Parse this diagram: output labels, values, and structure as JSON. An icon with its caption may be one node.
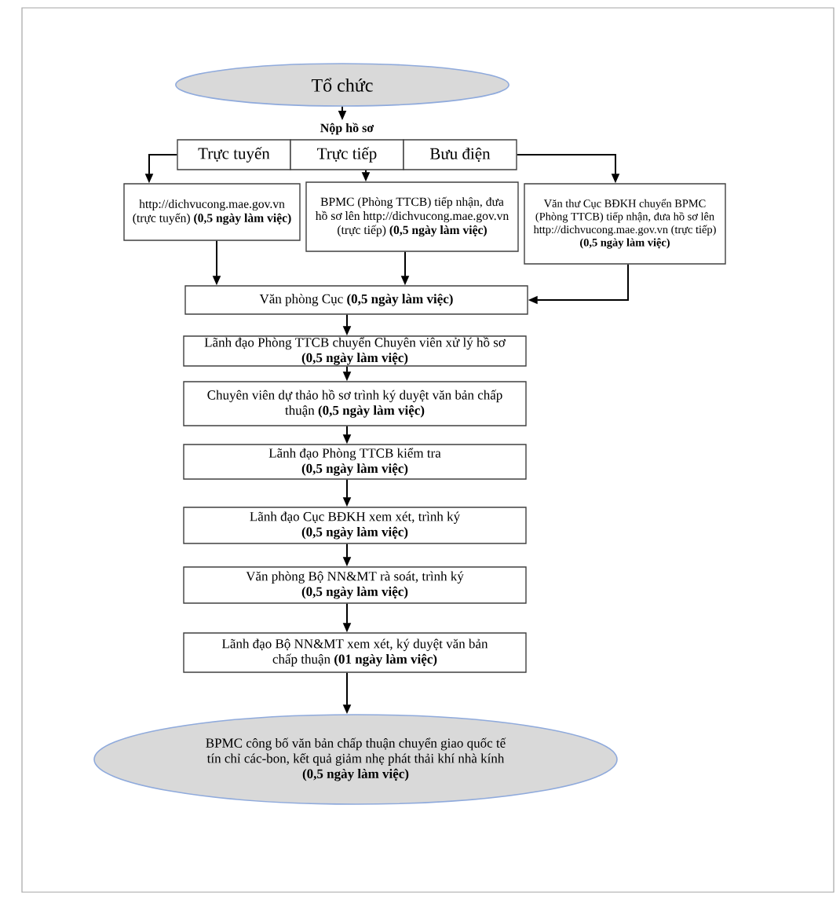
{
  "diagram": {
    "nodes": [
      {
        "text": [
          "Tổ chức"
        ]
      },
      {
        "text": [
          "Nộp hồ sơ"
        ]
      },
      {
        "text": [
          "Trực tuyến"
        ]
      },
      {
        "text": [
          "Trực tiếp"
        ]
      },
      {
        "text": [
          "Bưu điện"
        ]
      },
      {
        "text": [
          "http://dichvucong.mae.gov.vn (trực tuyến) **(0,5 ngày làm việc)**"
        ]
      },
      {
        "text": [
          "BPMC (Phòng TTCB) tiếp nhận, đưa hồ sơ lên http://dichvucong.mae.gov.vn (trực tiếp) **(0,5 ngày làm việc)**"
        ]
      },
      {
        "text": [
          "Văn thư Cục BĐKH chuyển BPMC (Phòng TTCB) tiếp nhận, đưa hồ sơ lên http://dichvucong.mae.gov.vn (trực tiếp) **(0,5 ngày làm việc)**"
        ]
      },
      {
        "text": [
          "Văn phòng Cục **(0,5 ngày làm việc)**"
        ]
      },
      {
        "text": [
          "Lãnh đạo Phòng TTCB chuyển Chuyên viên xử lý hồ sơ",
          "(0,5 ngày làm việc)"
        ]
      },
      {
        "text": [
          "Chuyên viên dự thảo hồ sơ trình ký duyệt văn bản chấp thuận **(0,5 ngày làm việc)**"
        ]
      },
      {
        "text": [
          "Lãnh đạo Phòng TTCB kiểm tra",
          "(0,5 ngày làm việc)"
        ]
      },
      {
        "text": [
          "Lãnh đạo Cục BĐKH xem xét, trình ký",
          "(0,5 ngày làm việc)"
        ]
      },
      {
        "text": [
          "Văn phòng Bộ NN&MT rà soát, trình ký",
          "(0,5 ngày làm việc)"
        ]
      },
      {
        "text": [
          "Lãnh đạo Bộ NN&MT xem xét, ký duyệt văn bản chấp thuận **(01 ngày làm việc)**"
        ]
      },
      {
        "text": [
          "BPMC công bố văn bản chấp thuận chuyển giao quốc tế tín chỉ các-bon, kết quả giảm nhẹ phát thải khí nhà kính",
          "(0,5 ngày làm việc)"
        ]
      }
    ],
    "edges": [
      {
        "from": 0,
        "to": 1,
        "arrow": "to"
      },
      {
        "from": 2,
        "to": 5,
        "arrow": "to"
      },
      {
        "from": 3,
        "to": 6,
        "arrow": "to"
      },
      {
        "from": 4,
        "to": 7,
        "arrow": "to"
      },
      {
        "from": 5,
        "to": 8,
        "arrow": "to"
      },
      {
        "from": 6,
        "to": 8,
        "arrow": "to"
      },
      {
        "from": 7,
        "to": 8,
        "arrow": "to"
      },
      {
        "from": 8,
        "to": 9,
        "arrow": "to"
      },
      {
        "from": 9,
        "to": 10,
        "arrow": "to"
      },
      {
        "from": 10,
        "to": 11,
        "arrow": "to"
      },
      {
        "from": 11,
        "to": 12,
        "arrow": "to"
      },
      {
        "from": 12,
        "to": 13,
        "arrow": "to"
      },
      {
        "from": 13,
        "to": 14,
        "arrow": "to"
      },
      {
        "from": 14,
        "to": 15,
        "arrow": "to"
      }
    ]
  }
}
